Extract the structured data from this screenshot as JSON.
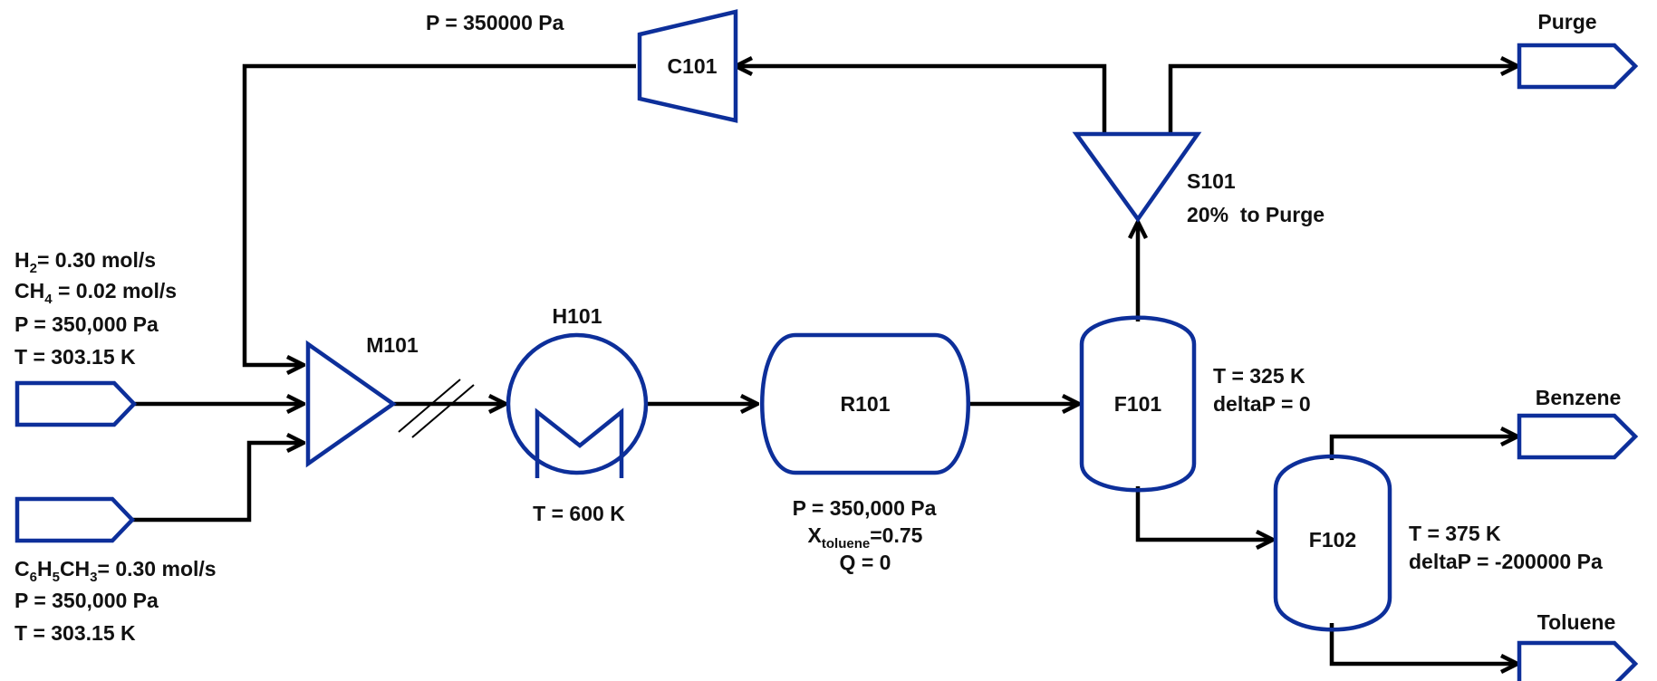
{
  "units": {
    "c101": "C101",
    "m101": "M101",
    "h101": "H101",
    "r101": "R101",
    "f101": "F101",
    "f102": "F102",
    "s101": "S101"
  },
  "streams": {
    "purge": "Purge",
    "benzene": "Benzene",
    "toluene": "Toluene"
  },
  "annotations": {
    "recycle_pressure": "P = 350000 Pa",
    "splitter_spec": "20%  to Purge",
    "heater_temp": "T = 600 K",
    "reactor_pressure": "P = 350,000 Pa",
    "reactor_conversion_base": "X",
    "reactor_conversion_sub": "toluene",
    "reactor_conversion_value": "=0.75",
    "reactor_duty": "Q = 0",
    "f101_temp": "T = 325 K",
    "f101_dp": "deltaP = 0",
    "f102_temp": "T = 375 K",
    "f102_dp": "deltaP = -200000 Pa"
  },
  "feed_gas": {
    "h2_a": "H",
    "h2_sub": "2",
    "h2_value": "= 0.30 mol/s",
    "ch4_a": "CH",
    "ch4_sub": "4",
    "ch4_value": " = 0.02 mol/s",
    "pressure": "P = 350,000 Pa",
    "temperature": "T = 303.15 K"
  },
  "feed_toluene": {
    "f_c": "C",
    "f_c_sub": "6",
    "f_h": "H",
    "f_h_sub": "5",
    "f_ch": "CH",
    "f_ch_sub": "3",
    "f_value": "= 0.30 mol/s",
    "pressure": "P = 350,000 Pa",
    "temperature": "T = 303.15 K"
  },
  "colors": {
    "unit_stroke": "#0d2f9a",
    "stream_stroke": "#000000"
  }
}
